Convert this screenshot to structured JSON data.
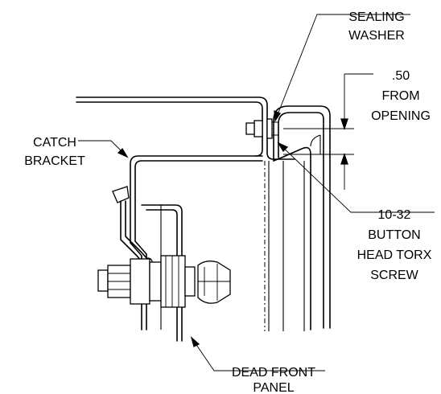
{
  "callouts": {
    "sealing_washer": [
      "SEALING",
      "WASHER"
    ],
    "from_opening": [
      ".50",
      "FROM",
      "OPENING"
    ],
    "catch_bracket": [
      "CATCH",
      "BRACKET"
    ],
    "screw": [
      "10-32",
      "BUTTON",
      "HEAD TORX",
      "SCREW"
    ],
    "dead_front_panel": [
      "DEAD FRONT",
      "PANEL"
    ]
  }
}
